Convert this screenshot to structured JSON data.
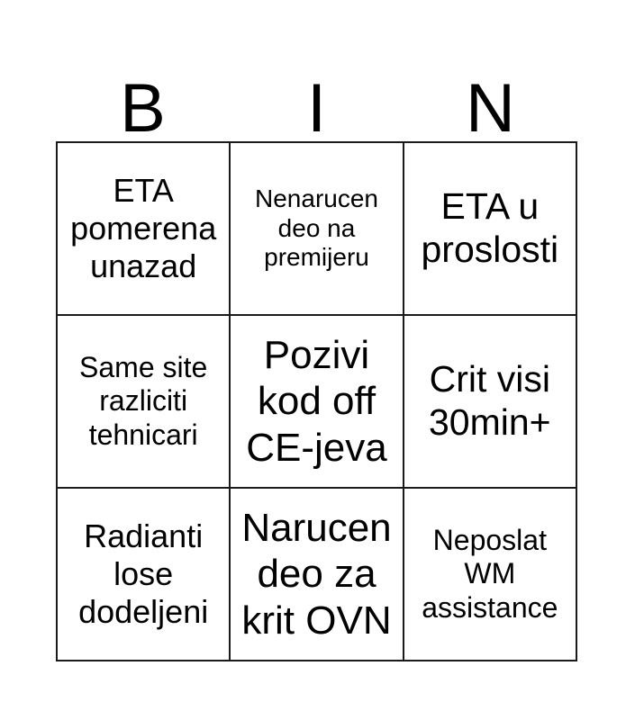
{
  "card": {
    "type": "bingo-card",
    "columns": 3,
    "rows": 3,
    "background_color": "#ffffff",
    "line_color": "#1a1a1a",
    "text_color": "#000000"
  },
  "header": {
    "letters": [
      {
        "label": "B"
      },
      {
        "label": "I"
      },
      {
        "label": "N"
      }
    ]
  },
  "grid": {
    "cells": [
      {
        "text": "ETA\npomerena\nunazad",
        "size": "md"
      },
      {
        "text": "Nenarucen\ndeo na\npremijeru",
        "size": "xs"
      },
      {
        "text": "ETA u\nproslosti",
        "size": "lg"
      },
      {
        "text": "Same site\nrazliciti\ntehnicari",
        "size": "sm"
      },
      {
        "text": "Pozivi\nkod off\nCE-jeva",
        "size": "xl"
      },
      {
        "text": "Crit visi\n30min+",
        "size": "lg"
      },
      {
        "text": "Radianti\nlose\ndodeljeni",
        "size": "md"
      },
      {
        "text": "Narucen\ndeo za\nkrit OVN",
        "size": "xl"
      },
      {
        "text": "Neposlat\nWM\nassistance",
        "size": "sm"
      }
    ]
  }
}
